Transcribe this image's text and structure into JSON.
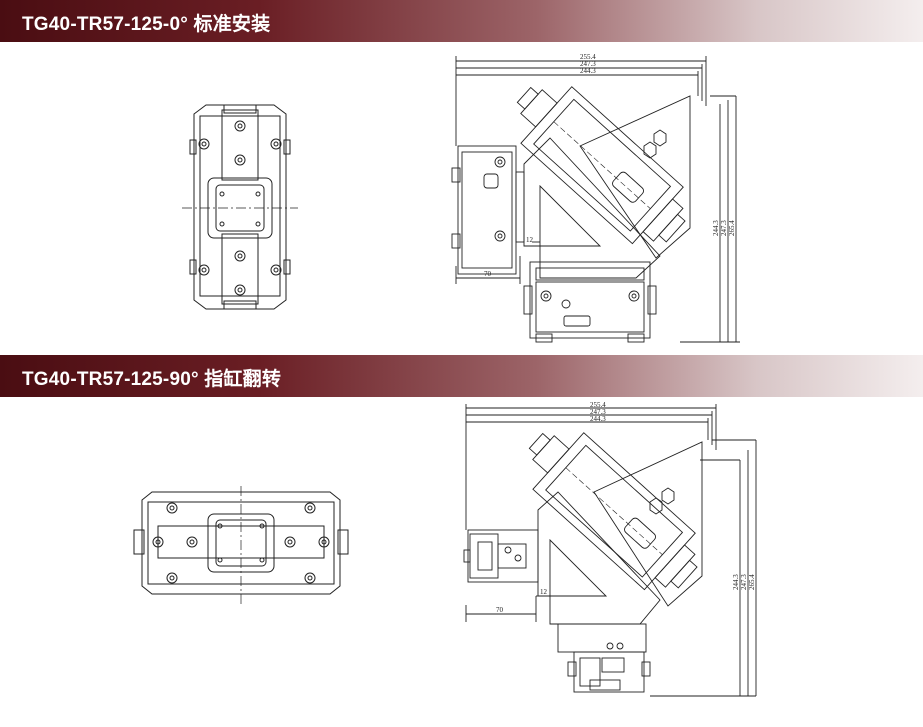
{
  "sections": [
    {
      "title": "TG40-TR57-125-0° 标准安装",
      "dims": {
        "w1": "255.4",
        "w2": "247.3",
        "w3": "244.3",
        "h1": "244.3",
        "h2": "247.3",
        "h3": "265.4",
        "d70": "70",
        "d12": "12"
      }
    },
    {
      "title": "TG40-TR57-125-90° 指缸翻转",
      "dims": {
        "w1": "255.4",
        "w2": "247.3",
        "w3": "244.3",
        "h1": "244.3",
        "h2": "247.3",
        "h3": "265.4",
        "d70": "70",
        "d12": "12"
      }
    }
  ],
  "colors": {
    "banner_dark": "#4a0d12",
    "banner_light": "#f4eeee",
    "line": "#222222"
  }
}
